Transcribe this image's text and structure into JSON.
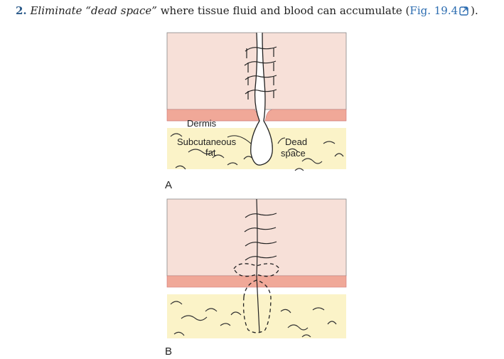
{
  "step": {
    "number": "2.",
    "italic_text": "Eliminate “dead space”",
    "rest_text": " where tissue fluid and blood can accumulate (",
    "fig_link": "Fig. 19.4",
    "close": ")."
  },
  "figure": {
    "panel_a": {
      "letter": "A",
      "label_dermis": "Dermis",
      "label_subcutaneous_1": "Subcutaneous",
      "label_subcutaneous_2": "fat",
      "label_dead_1": "Dead",
      "label_dead_2": "space"
    },
    "panel_b": {
      "letter": "B"
    },
    "colors": {
      "epidermis": "#f7e0d8",
      "dermis": "#f0a898",
      "fat": "#fbf3c8",
      "line": "#222222"
    }
  }
}
